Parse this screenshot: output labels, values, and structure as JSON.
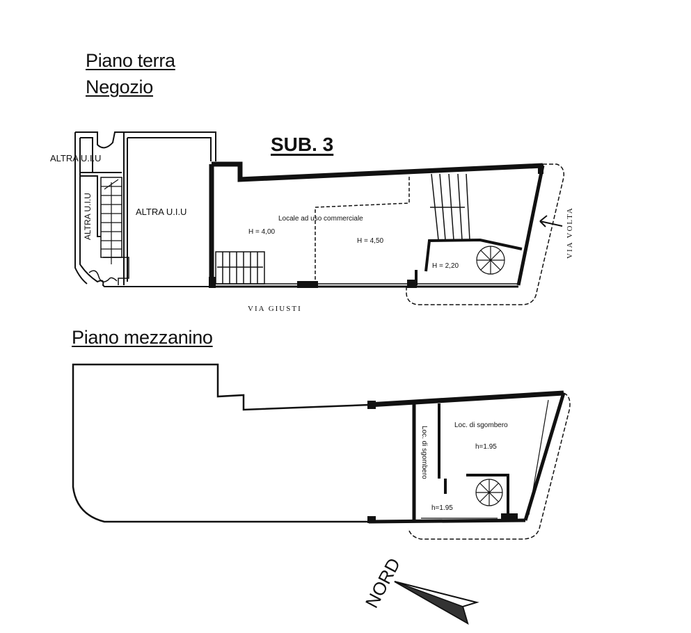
{
  "ground_floor": {
    "title_line1": "Piano terra",
    "title_line2": "Negozio",
    "sub_label": "SUB. 3",
    "other_units": [
      "ALTRA U.I.U",
      "ALTRA U.I.U",
      "ALTRA U.I.U"
    ],
    "room_label": "Locale ad uso commerciale",
    "heights": [
      "H = 4,00",
      "H = 4,50",
      "H = 2,20"
    ],
    "street_south": "VIA GIUSTI",
    "street_east": "VIA VOLTA"
  },
  "mezzanine": {
    "title": "Piano mezzanino",
    "rooms": [
      {
        "label": "Loc. di sgombero",
        "height": "h=1.95",
        "orientation": "horizontal"
      },
      {
        "label": "Loc. di sgombero",
        "height": "h=1.95",
        "orientation": "vertical"
      }
    ]
  },
  "north_arrow": {
    "label": "NORD",
    "icon": "north-arrow-icon"
  },
  "colors": {
    "ink": "#111111",
    "paper": "#ffffff"
  }
}
